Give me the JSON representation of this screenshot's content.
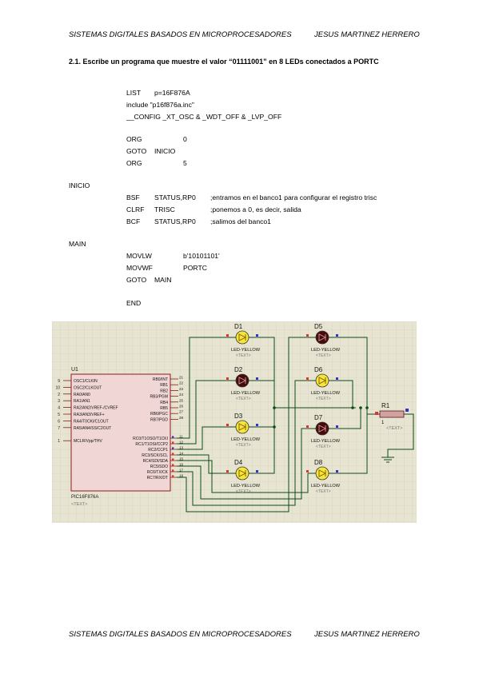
{
  "header": {
    "left": "SISTEMAS DIGITALES BASADOS EN MICROPROCESADORES",
    "right": "JESUS MARTINEZ HERRERO"
  },
  "title": "2.1. Escribe un programa que muestre el valor “01111001” en 8 LEDs conectados a PORTC",
  "code": {
    "l1_op": "LIST",
    "l1_arg": "p=16F876A",
    "l2": "include \"p16f876a.inc\"",
    "l3": "__CONFIG _XT_OSC & _WDT_OFF & _LVP_OFF",
    "l4_op": "ORG",
    "l4_arg": "0",
    "l5_op": "GOTO",
    "l5_arg": "INICIO",
    "l6_op": "ORG",
    "l6_arg": "5",
    "label_inicio": "INICIO",
    "l7_op": "BSF",
    "l7_arg": "STATUS,RP0",
    "l7_cmt": ";entramos en el banco1 para configurar el registro trisc",
    "l8_op": "CLRF",
    "l8_arg": "TRISC",
    "l8_cmt": ";ponemos a 0, es decir, salida",
    "l9_op": "BCF",
    "l9_arg": "STATUS,RP0",
    "l9_cmt": ";salimos del banco1",
    "label_main": "MAIN",
    "l10_op": "MOVLW",
    "l10_arg": "b'10101101'",
    "l11_op": "MOVWF",
    "l11_arg": "PORTC",
    "l12_op": "GOTO",
    "l12_arg": "MAIN",
    "l13_op": "END"
  },
  "schematic": {
    "colors": {
      "grid_bg": "#e7e5d2",
      "chip_fill": "#f1d6d6",
      "chip_border": "#8c1a1a",
      "wire": "#0c4a14",
      "led_on": "#f6e53a",
      "led_off": "#4a0a0a",
      "resistor": "#d2a2a2"
    },
    "chip": {
      "ref": "U1",
      "part": "PIC16F876A",
      "text": "<TEXT>",
      "left_pins": [
        {
          "n": "9",
          "label": "OSC1/CLKIN"
        },
        {
          "n": "10",
          "label": "OSC2/CLKOUT"
        },
        {
          "n": "2",
          "label": "RA0/AN0"
        },
        {
          "n": "3",
          "label": "RA1/AN1"
        },
        {
          "n": "4",
          "label": "RA2/AN2/VREF-/CVREF"
        },
        {
          "n": "5",
          "label": "RA3/AN3/VREF+"
        },
        {
          "n": "6",
          "label": "RA4/T0CKI/C1OUT"
        },
        {
          "n": "7",
          "label": "RA5/AN4/SS/C2OUT"
        },
        {
          "n": "1",
          "label": "MCLR/Vpp/THV"
        }
      ],
      "right_pins_b": [
        {
          "n": "21",
          "label": "RB0/INT"
        },
        {
          "n": "22",
          "label": "RB1"
        },
        {
          "n": "23",
          "label": "RB2"
        },
        {
          "n": "24",
          "label": "RB3/PGM"
        },
        {
          "n": "25",
          "label": "RB4"
        },
        {
          "n": "26",
          "label": "RB5"
        },
        {
          "n": "27",
          "label": "RB6/PGC"
        },
        {
          "n": "28",
          "label": "RB7/PGD"
        }
      ],
      "right_pins_c": [
        {
          "n": "11",
          "label": "RC0/T1OSO/T1CKI"
        },
        {
          "n": "12",
          "label": "RC1/T1OSI/CCP2"
        },
        {
          "n": "13",
          "label": "RC2/CCP1"
        },
        {
          "n": "14",
          "label": "RC3/SCK/SCL"
        },
        {
          "n": "15",
          "label": "RC4/SDI/SDA"
        },
        {
          "n": "16",
          "label": "RC5/SDO"
        },
        {
          "n": "17",
          "label": "RC6/TX/CK"
        },
        {
          "n": "18",
          "label": "RC7/RX/DT"
        }
      ]
    },
    "leds": [
      {
        "ref": "D1",
        "label": "LED-YELLOW",
        "text": "<TEXT>",
        "lit": true
      },
      {
        "ref": "D2",
        "label": "LED-YELLOW",
        "text": "<TEXT>",
        "lit": false
      },
      {
        "ref": "D3",
        "label": "LED-YELLOW",
        "text": "<TEXT>",
        "lit": true
      },
      {
        "ref": "D4",
        "label": "LED-YELLOW",
        "text": "<TEXT>",
        "lit": true
      },
      {
        "ref": "D5",
        "label": "LED-YELLOW",
        "text": "<TEXT>",
        "lit": false
      },
      {
        "ref": "D6",
        "label": "LED-YELLOW",
        "text": "<TEXT>",
        "lit": true
      },
      {
        "ref": "D7",
        "label": "LED-YELLOW",
        "text": "<TEXT>",
        "lit": false
      },
      {
        "ref": "D8",
        "label": "LED-YELLOW",
        "text": "<TEXT>",
        "lit": true
      }
    ],
    "resistor": {
      "ref": "R1",
      "value": "1",
      "text": "<TEXT>"
    }
  },
  "footer": {
    "left": "SISTEMAS DIGITALES BASADOS EN MICROPROCESADORES",
    "right": "JESUS MARTINEZ HERRERO"
  }
}
